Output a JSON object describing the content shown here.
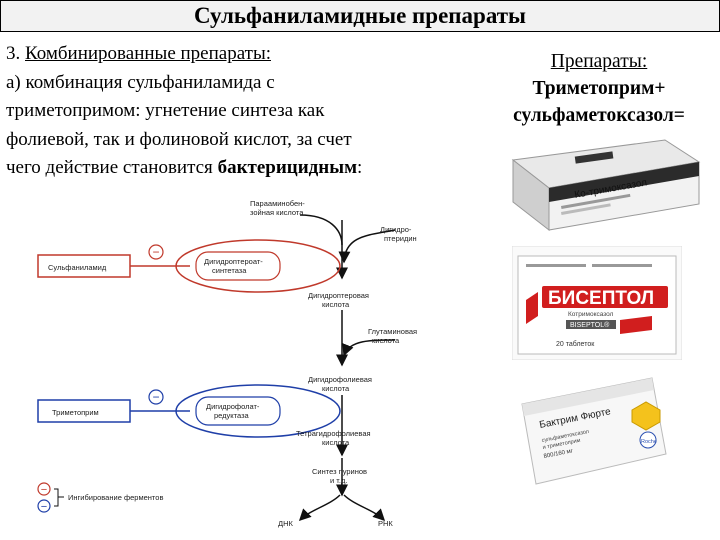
{
  "title": "Сульфаниламидные препараты",
  "text": {
    "item_prefix": "3. ",
    "item_title": "Комбинированные препараты:",
    "line1": "а) комбинация сульфаниламида с",
    "line2": "триметопримом: угнетение синтеза как",
    "line3": "фолиевой, так и фолиновой кислот, за счет",
    "line4_pre": "чего действие становится ",
    "line4_bold": "бактерицидным",
    "line4_post": ":"
  },
  "right": {
    "heading": "Препараты:",
    "line1": "Триметоприм+",
    "line2": "сульфаметоксазол="
  },
  "diagram": {
    "paba_1": "Парааминобен-",
    "paba_2": "зойная кислота",
    "dihydropteridine_1": "Дигидро-",
    "dihydropteridine_2": "птеридин",
    "sulfanilamide": "Сульфаниламид",
    "dhps_1": "Дигидроптероат-",
    "dhps_2": "синтетаза",
    "dhpa_1": "Дигидроптеровая",
    "dhpa_2": "кислота",
    "glutamic_1": "Глутаминовая",
    "glutamic_2": "кислота",
    "dhfa_1": "Дигидрофолиевая",
    "dhfa_2": "кислота",
    "trimethoprim": "Триметоприм",
    "dhfr_1": "Дигидрофолат-",
    "dhfr_2": "редуктаза",
    "thfa_1": "Тетрагидрофолиевая",
    "thfa_2": "кислота",
    "purines_1": "Синтез пуринов",
    "purines_2": "и т.д.",
    "dna": "ДНК",
    "rna": "РНК",
    "legend": "Ингибирование ферментов",
    "minus": "−"
  },
  "packages": {
    "p1_name": "Ко-тримоксазол",
    "p2_name": "БИСЕПТОЛ",
    "p2_sub": "Котримоксазол",
    "p2_badge": "BISEPTOL®",
    "p2_count": "20 таблеток",
    "p3_name": "Бактрим Фюрте",
    "p3_sub1": "сульфаметоксазол",
    "p3_sub2": "и триметоприм",
    "p3_dose": "800/160 мг",
    "p3_logo": "Roche"
  },
  "colors": {
    "sulfa_red": "#c0392b",
    "trim_blue": "#1f3fa8",
    "pkg1_dark": "#2b2b2b",
    "pkg2_red": "#d11e1e",
    "pkg3_yellow": "#f4c21c"
  }
}
